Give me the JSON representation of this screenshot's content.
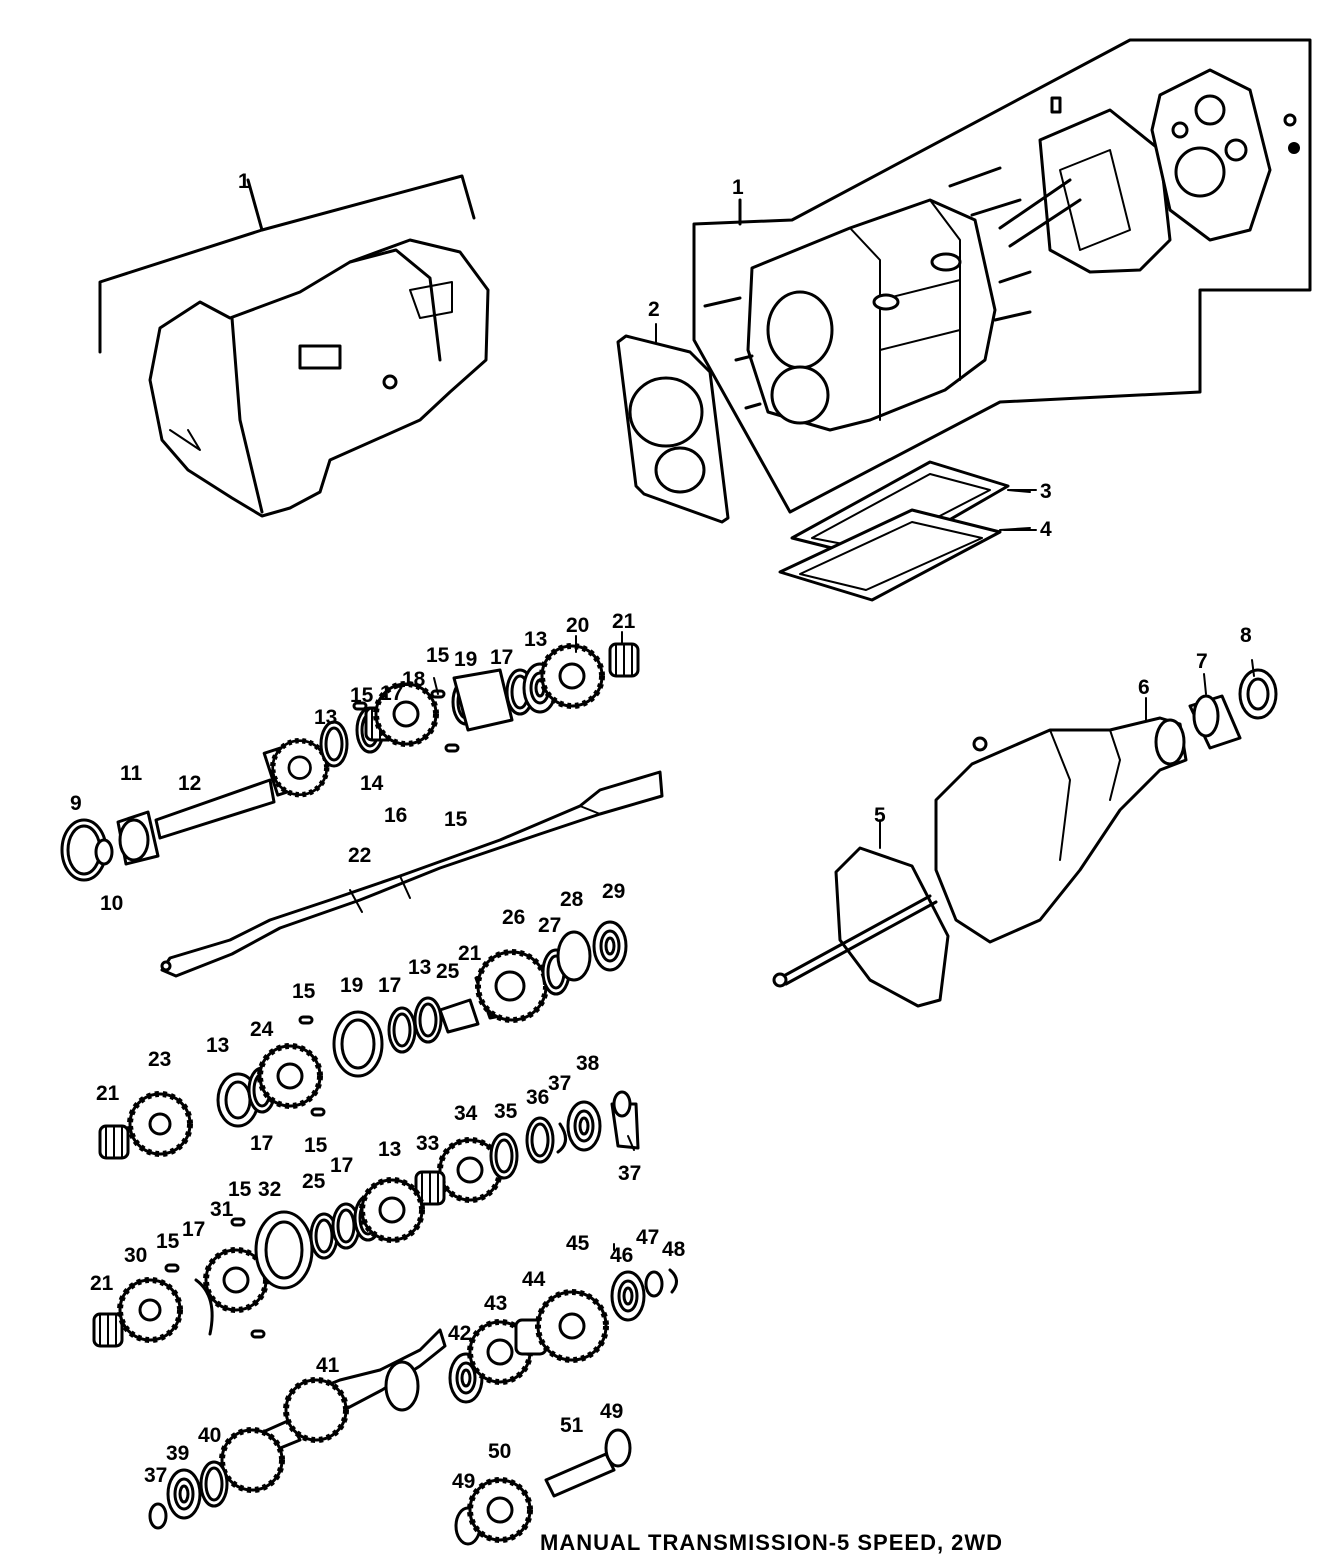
{
  "caption": "MANUAL TRANSMISSION-5 SPEED, 2WD",
  "callouts": [
    {
      "id": "c1a",
      "text": "1"
    },
    {
      "id": "c1b",
      "text": "1"
    },
    {
      "id": "c2",
      "text": "2"
    },
    {
      "id": "c3",
      "text": "3"
    },
    {
      "id": "c4",
      "text": "4"
    },
    {
      "id": "c5",
      "text": "5"
    },
    {
      "id": "c6",
      "text": "6"
    },
    {
      "id": "c7",
      "text": "7"
    },
    {
      "id": "c8",
      "text": "8"
    },
    {
      "id": "c9",
      "text": "9"
    },
    {
      "id": "c10",
      "text": "10"
    },
    {
      "id": "c11",
      "text": "11"
    },
    {
      "id": "c12",
      "text": "12"
    },
    {
      "id": "c13a",
      "text": "13"
    },
    {
      "id": "c13b",
      "text": "13"
    },
    {
      "id": "c13c",
      "text": "13"
    },
    {
      "id": "c13d",
      "text": "13"
    },
    {
      "id": "c13e",
      "text": "13"
    },
    {
      "id": "c14",
      "text": "14"
    },
    {
      "id": "c15a",
      "text": "15"
    },
    {
      "id": "c15b",
      "text": "15"
    },
    {
      "id": "c15c",
      "text": "15"
    },
    {
      "id": "c15d",
      "text": "15"
    },
    {
      "id": "c15e",
      "text": "15"
    },
    {
      "id": "c15f",
      "text": "15"
    },
    {
      "id": "c15g",
      "text": "15"
    },
    {
      "id": "c16",
      "text": "16"
    },
    {
      "id": "c17a",
      "text": "17"
    },
    {
      "id": "c17b",
      "text": "17"
    },
    {
      "id": "c17c",
      "text": "17"
    },
    {
      "id": "c17d",
      "text": "17"
    },
    {
      "id": "c17e",
      "text": "17"
    },
    {
      "id": "c17f",
      "text": "17"
    },
    {
      "id": "c18",
      "text": "18"
    },
    {
      "id": "c19a",
      "text": "19"
    },
    {
      "id": "c19b",
      "text": "19"
    },
    {
      "id": "c20",
      "text": "20"
    },
    {
      "id": "c21a",
      "text": "21"
    },
    {
      "id": "c21b",
      "text": "21"
    },
    {
      "id": "c21c",
      "text": "21"
    },
    {
      "id": "c21d",
      "text": "21"
    },
    {
      "id": "c22",
      "text": "22"
    },
    {
      "id": "c23",
      "text": "23"
    },
    {
      "id": "c24",
      "text": "24"
    },
    {
      "id": "c25a",
      "text": "25"
    },
    {
      "id": "c25b",
      "text": "25"
    },
    {
      "id": "c26",
      "text": "26"
    },
    {
      "id": "c27",
      "text": "27"
    },
    {
      "id": "c28",
      "text": "28"
    },
    {
      "id": "c29",
      "text": "29"
    },
    {
      "id": "c30",
      "text": "30"
    },
    {
      "id": "c31",
      "text": "31"
    },
    {
      "id": "c32",
      "text": "32"
    },
    {
      "id": "c33",
      "text": "33"
    },
    {
      "id": "c34",
      "text": "34"
    },
    {
      "id": "c35",
      "text": "35"
    },
    {
      "id": "c36",
      "text": "36"
    },
    {
      "id": "c37a",
      "text": "37"
    },
    {
      "id": "c37b",
      "text": "37"
    },
    {
      "id": "c37c",
      "text": "37"
    },
    {
      "id": "c38",
      "text": "38"
    },
    {
      "id": "c39",
      "text": "39"
    },
    {
      "id": "c40",
      "text": "40"
    },
    {
      "id": "c41",
      "text": "41"
    },
    {
      "id": "c42",
      "text": "42"
    },
    {
      "id": "c43",
      "text": "43"
    },
    {
      "id": "c44",
      "text": "44"
    },
    {
      "id": "c45",
      "text": "45"
    },
    {
      "id": "c46",
      "text": "46"
    },
    {
      "id": "c47",
      "text": "47"
    },
    {
      "id": "c48",
      "text": "48"
    },
    {
      "id": "c49a",
      "text": "49"
    },
    {
      "id": "c49b",
      "text": "49"
    },
    {
      "id": "c50",
      "text": "50"
    },
    {
      "id": "c51",
      "text": "51"
    }
  ]
}
